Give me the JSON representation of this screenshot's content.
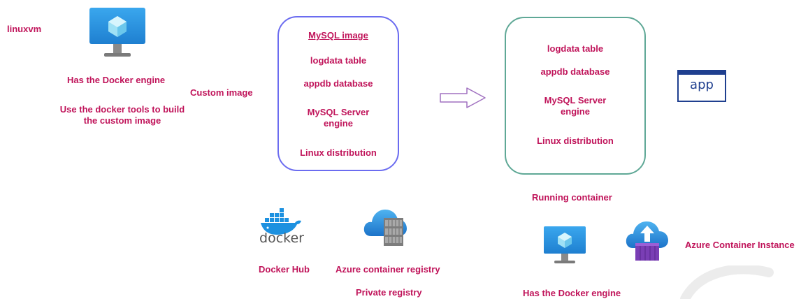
{
  "labels": {
    "linuxvm": "linuxvm",
    "has_docker_engine_1": "Has the Docker engine",
    "use_docker_tools_line1": "Use the docker tools to build",
    "use_docker_tools_line2": "the custom image",
    "custom_image": "Custom image",
    "running_container": "Running container",
    "docker_hub": "Docker Hub",
    "azure_container_registry": "Azure container registry",
    "private_registry": "Private registry",
    "has_docker_engine_2": "Has the Docker engine",
    "azure_container_instance": "Azure Container Instance"
  },
  "image_box": {
    "title": "MySQL image",
    "layers": [
      "logdata table",
      "appdb database",
      "MySQL Server",
      "engine",
      "Linux distribution"
    ]
  },
  "container_box": {
    "layers": [
      "logdata table",
      "appdb database",
      "MySQL Server",
      "engine",
      "Linux distribution"
    ]
  },
  "app_box": {
    "label": "app"
  },
  "docker_logo": {
    "text": "docker"
  },
  "colors": {
    "label": "#c0145a",
    "image_border": "#6b6cf0",
    "container_border": "#5fa896",
    "app_border": "#1f3f8f",
    "arrow": "#a070c0",
    "azure_blue": "#2f9be6"
  }
}
